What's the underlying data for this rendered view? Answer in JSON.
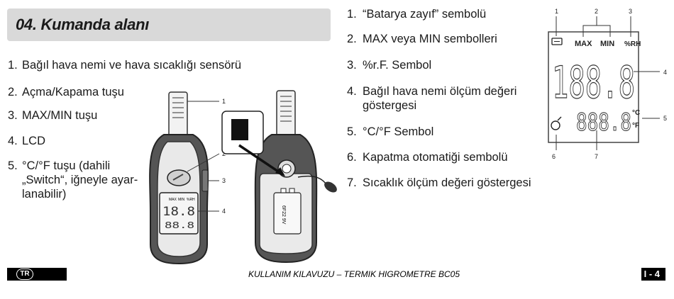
{
  "section": {
    "title": "04. Kumanda alanı"
  },
  "left_list": [
    {
      "num": "1.",
      "text": "Bağıl hava nemi ve hava sıcaklığı sensörü"
    },
    {
      "num": "2.",
      "text": "Açma/Kapama tuşu"
    },
    {
      "num": "3.",
      "text": "MAX/MIN tuşu"
    },
    {
      "num": "4.",
      "text": "LCD"
    },
    {
      "num": "5.",
      "line1": "°C/°F tuşu (dahili",
      "line2": "„Switch“, iğneyle ayar-",
      "line3": "lanabilir)"
    }
  ],
  "right_list": [
    {
      "num": "1.",
      "text": "“Batarya zayıf” sembolü"
    },
    {
      "num": "2.",
      "text": "MAX veya MIN sembolleri"
    },
    {
      "num": "3.",
      "text": "%r.F. Sembol"
    },
    {
      "num": "4.",
      "line1": "Bağıl hava nemi ölçüm değeri",
      "line2": "göstergesi"
    },
    {
      "num": "5.",
      "text": "°C/°F Sembol"
    },
    {
      "num": "6.",
      "text": "Kapatma otomatiği sembolü"
    },
    {
      "num": "7.",
      "text": "Sıcaklık ölçüm değeri göstergesi"
    }
  ],
  "device_callouts": [
    "1",
    "2",
    "3",
    "4"
  ],
  "device_lcd": {
    "labels": [
      "MAX",
      "MIN",
      "%RH"
    ],
    "digits_top": "18.8",
    "digits_bottom": "88.8"
  },
  "battery_label": "6F22 9V",
  "lcd_callouts": [
    "1",
    "2",
    "3",
    "4",
    "5",
    "6",
    "7"
  ],
  "lcd_labels": {
    "max": "MAX",
    "min": "MIN",
    "rh": "%RH",
    "celsius": "°C",
    "fahrenheit": "°F"
  },
  "lcd_digits": {
    "top": "188.8",
    "bottom": "888.8"
  },
  "footer": {
    "lang": "TR",
    "center": "KULLANIM KILAVUZU – TERMIK HIGROMETRE BC05",
    "page": "I - 4"
  },
  "colors": {
    "bar": "#d9d9d9",
    "footer": "#000000"
  }
}
